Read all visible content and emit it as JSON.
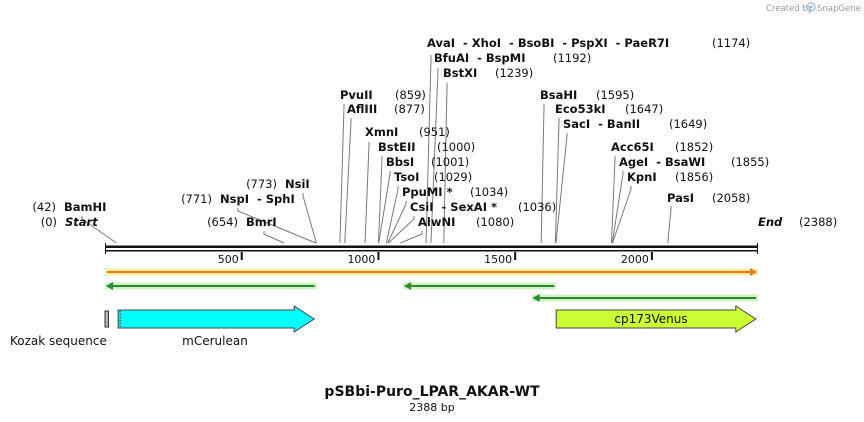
{
  "credit_text": "Created by",
  "brand": "SnapGene",
  "title": "pSBbi-Puro_LPAR_AKAR-WT",
  "length_label": "2388 bp",
  "sequence_length": 2388,
  "ruler_ticks": [
    500,
    1000,
    1500,
    2000
  ],
  "sites": [
    {
      "id": "avai",
      "pos": 1174,
      "label": "AvaI  - XhoI  - BsoBI  - PspXI  - PaeR7I",
      "coord": "(1174)"
    },
    {
      "id": "bfuai",
      "pos": 1192,
      "label": "BfuAI  - BspMI",
      "coord": "(1192)"
    },
    {
      "id": "bstxi",
      "pos": 1239,
      "label": "BstXI",
      "coord": "(1239)"
    },
    {
      "id": "pvuii",
      "pos": 859,
      "label": "PvuII",
      "coord": "(859)"
    },
    {
      "id": "afliii",
      "pos": 877,
      "label": "AflIII",
      "coord": "(877)"
    },
    {
      "id": "xmni",
      "pos": 951,
      "label": "XmnI",
      "coord": "(951)"
    },
    {
      "id": "bsteii",
      "pos": 1000,
      "label": "BstEII",
      "coord": "(1000)"
    },
    {
      "id": "bbsi",
      "pos": 1001,
      "label": "BbsI",
      "coord": "(1001)"
    },
    {
      "id": "tsoi",
      "pos": 1029,
      "label": "TsoI",
      "coord": "(1029)"
    },
    {
      "id": "ppumi",
      "pos": 1034,
      "label": "PpuMI *",
      "coord": "(1034)"
    },
    {
      "id": "csii",
      "pos": 1036,
      "label": "CsiI  - SexAI *",
      "coord": "(1036)"
    },
    {
      "id": "alwni",
      "pos": 1080,
      "label": "AlwNI",
      "coord": "(1080)"
    },
    {
      "id": "bsahi",
      "pos": 1595,
      "label": "BsaHI",
      "coord": "(1595)"
    },
    {
      "id": "eco53ki",
      "pos": 1647,
      "label": "Eco53kI",
      "coord": "(1647)"
    },
    {
      "id": "saci",
      "pos": 1649,
      "label": "SacI  - BanII",
      "coord": "(1649)"
    },
    {
      "id": "acc65i",
      "pos": 1852,
      "label": "Acc65I",
      "coord": "(1852)"
    },
    {
      "id": "agei",
      "pos": 1855,
      "label": "AgeI  - BsaWI",
      "coord": "(1855)"
    },
    {
      "id": "kpni",
      "pos": 1856,
      "label": "KpnI",
      "coord": "(1856)"
    },
    {
      "id": "pasi",
      "pos": 2058,
      "label": "PasI",
      "coord": "(2058)"
    },
    {
      "id": "bamhi",
      "pos": 42,
      "label": "BamHI",
      "coord": "(42)"
    },
    {
      "id": "start",
      "pos": 0,
      "label": "Start",
      "coord": "(0)"
    },
    {
      "id": "nsii",
      "pos": 773,
      "label": "NsiI",
      "coord": "(773)"
    },
    {
      "id": "nspi",
      "pos": 771,
      "label": "NspI  - SphI",
      "coord": "(771)"
    },
    {
      "id": "bmri",
      "pos": 654,
      "label": "BmrI",
      "coord": "(654)"
    },
    {
      "id": "end",
      "pos": 2388,
      "label": "End",
      "coord": "(2388)"
    }
  ],
  "primers": [
    {
      "id": "primer-long",
      "start": 0,
      "end": 2388,
      "direction": "forward",
      "color": "#e87d0d"
    },
    {
      "id": "primer-left",
      "start": 0,
      "end": 774,
      "direction": "reverse",
      "color": "#2f8a2f"
    },
    {
      "id": "primer-middle",
      "start": 1090,
      "end": 1650,
      "direction": "reverse",
      "color": "#2f8a2f"
    },
    {
      "id": "primer-right",
      "start": 1560,
      "end": 2388,
      "direction": "reverse",
      "color": "#2f8a2f"
    }
  ],
  "features": [
    {
      "id": "kozak",
      "label": "Kozak sequence",
      "start": 0,
      "end": 15,
      "color": "#b3b3b3",
      "shape": "box"
    },
    {
      "id": "mcerulean",
      "label": "mCerulean",
      "start": 48,
      "end": 765,
      "color": "#00ffff",
      "shape": "arrow"
    },
    {
      "id": "cp173venus",
      "label": "cp173Venus",
      "start": 1650,
      "end": 2380,
      "color": "#ccff33",
      "shape": "arrow"
    }
  ]
}
